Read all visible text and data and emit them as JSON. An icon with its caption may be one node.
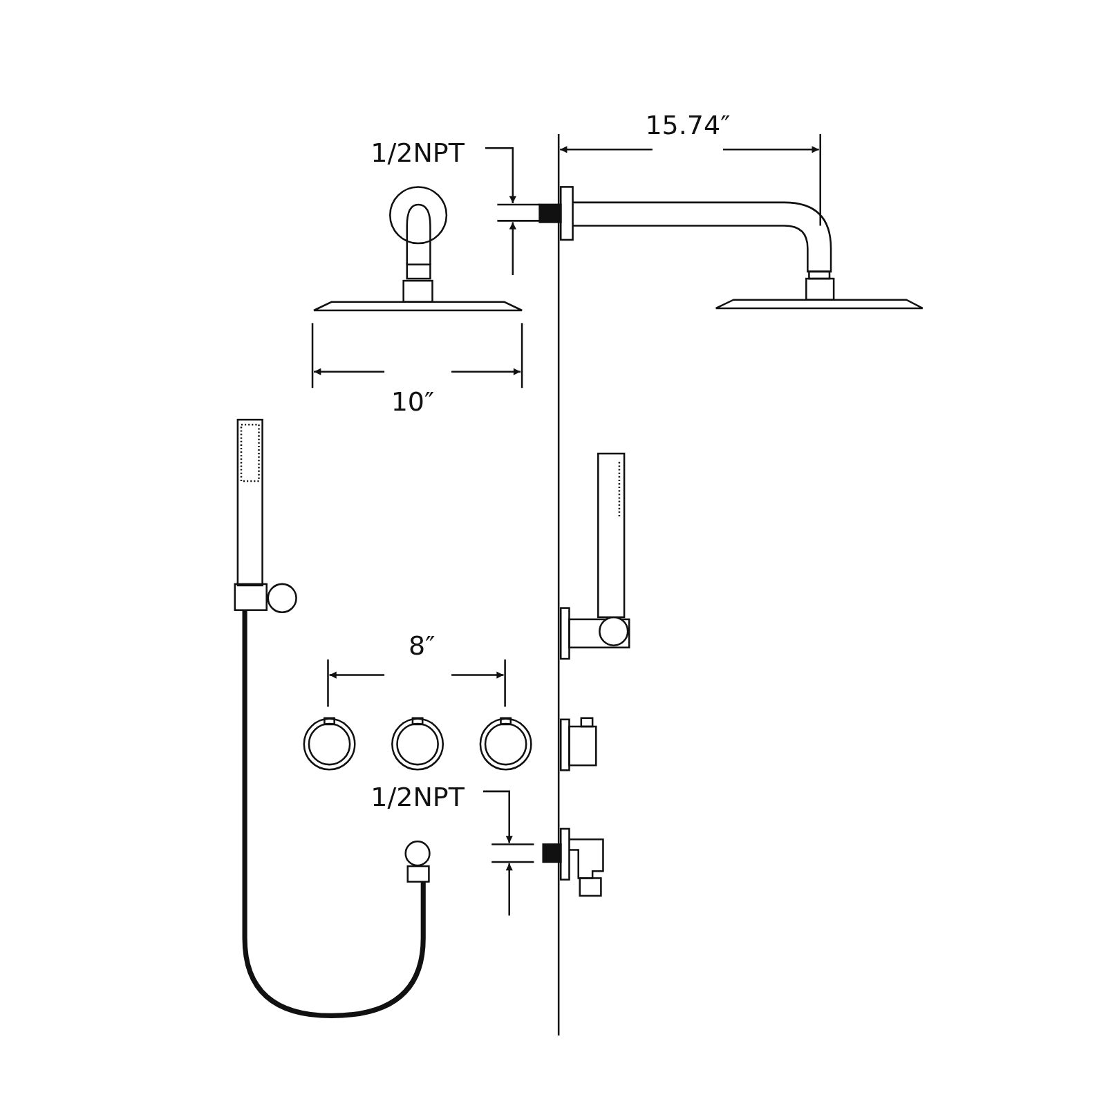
{
  "diagram": {
    "labels": [
      "15.74″",
      "1/2NPT",
      "10″",
      "8″",
      "1/2NPT"
    ]
  }
}
